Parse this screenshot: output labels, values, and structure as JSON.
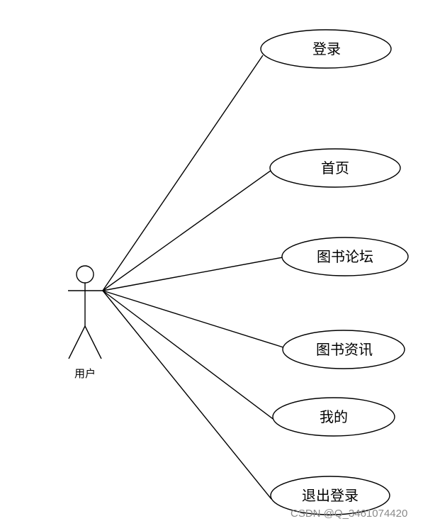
{
  "actor": {
    "label": "用户"
  },
  "use_cases": [
    {
      "label": "登录"
    },
    {
      "label": "首页"
    },
    {
      "label": "图书论坛"
    },
    {
      "label": "图书资讯"
    },
    {
      "label": "我的"
    },
    {
      "label": "退出登录"
    }
  ],
  "watermark": "CSDN @Q_3461074420"
}
